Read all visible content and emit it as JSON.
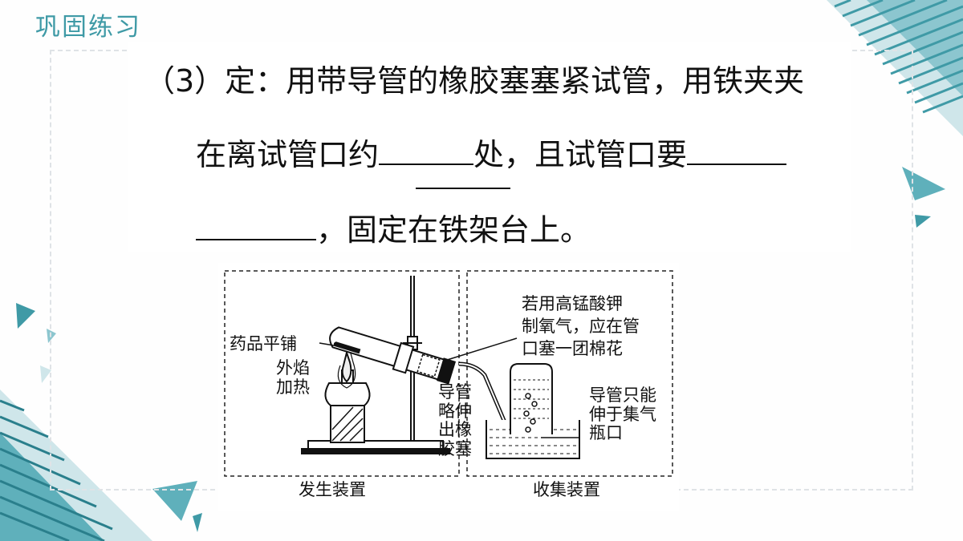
{
  "header": {
    "section_title": "巩固练习"
  },
  "question": {
    "line1": "（3）定：用带导管的橡胶塞塞紧试管，用铁夹夹",
    "line2_prefix": "在离试管口约",
    "line2_suffix": "处，且试管口要",
    "line3_suffix": "，固定在铁架台上。"
  },
  "figure": {
    "labels": {
      "drug_flat": "药品平铺",
      "outer_flame": "外焰加热",
      "tube_slightly": "导管略伸出橡胶塞",
      "cotton_note_1": "若用高锰酸钾",
      "cotton_note_2": "制氧气，应在管",
      "cotton_note_3": "口塞一团棉花",
      "tube_mouth": "导管只能伸于集气瓶口"
    },
    "captions": {
      "generator": "发生装置",
      "collector": "收集装置"
    }
  },
  "theme": {
    "accent": "#3f9aa6",
    "accent_dark": "#2a7f8c"
  }
}
